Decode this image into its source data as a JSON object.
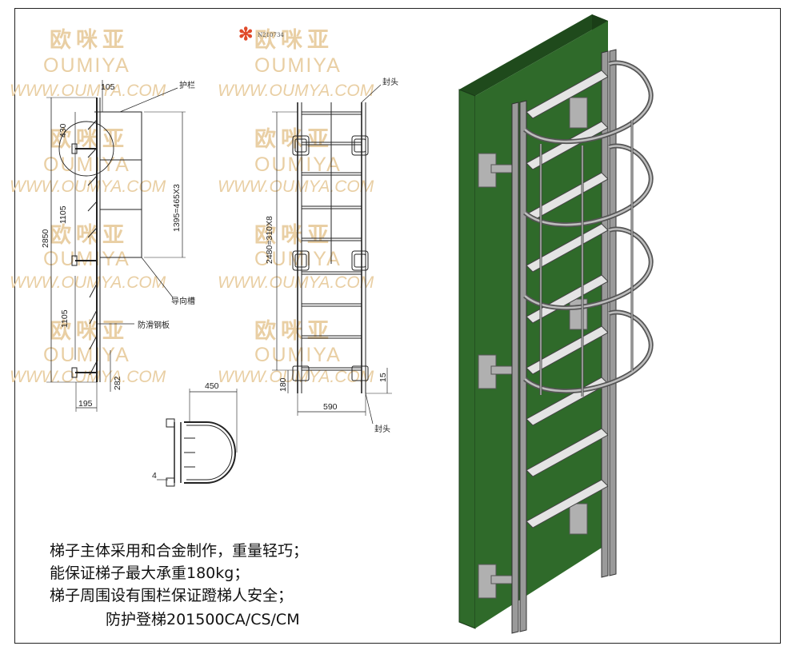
{
  "watermark": {
    "cn": "欧咪亚",
    "en": "OUMIYA",
    "url": "WWW.OUMYA.COM",
    "mark_code": "N210734",
    "color": "#e9cfa4",
    "star_color": "#e04a2a"
  },
  "drawing": {
    "side_view_dims": {
      "top": "105",
      "upper": "430",
      "mid": "1105",
      "lower": "1105",
      "total": "2850",
      "bottom": "282",
      "base": "195"
    },
    "side_view_labels": {
      "guard": "护栏",
      "guide": "导向槽",
      "plate": "防滑钢板"
    },
    "front_view_dims": {
      "cage": "1395=465X3",
      "rungs": "2480=310X8",
      "top_gap": "180",
      "bottom_gap": "15",
      "width": "590"
    },
    "front_view_labels": {
      "top_cap": "封头",
      "bottom_cap": "封头"
    },
    "plan_view_dims": {
      "width": "450",
      "offset": "4"
    }
  },
  "description": {
    "line1": "梯子主体采用和合金制作，重量轻巧；",
    "line2": "能保证梯子最大承重180kg；",
    "line3": "梯子周围设有围栏保证蹬梯人安全；",
    "model": "防护登梯201500CA/CS/CM"
  },
  "colors": {
    "wall": "#2f6a2a",
    "wall_dark": "#1f4a1c",
    "metal": "#9a9a9a",
    "metal_dark": "#444444",
    "rung": "#e4e4e4"
  }
}
